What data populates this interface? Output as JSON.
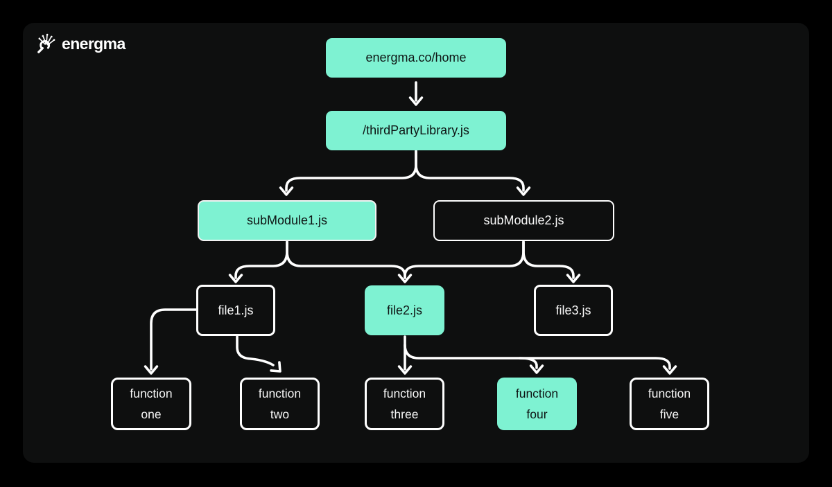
{
  "brand": {
    "name": "energma",
    "icon": "spark-hand-icon"
  },
  "colors": {
    "background": "#000000",
    "panel": "#0e0f0f",
    "accent": "#7ef2d2",
    "connector": "#ffffff",
    "text_on_accent": "#0e1514",
    "text_light": "#f7f7f7"
  },
  "diagram": {
    "nodes": [
      {
        "id": "home",
        "label": "energma.co/home",
        "variant": "accent"
      },
      {
        "id": "library",
        "label": "/thirdPartyLibrary.js",
        "variant": "accent"
      },
      {
        "id": "sub1",
        "label": "subModule1.js",
        "variant": "accent-outlined"
      },
      {
        "id": "sub2",
        "label": "subModule2.js",
        "variant": "outlined"
      },
      {
        "id": "file1",
        "label": "file1.js",
        "variant": "outlined"
      },
      {
        "id": "file2",
        "label": "file2.js",
        "variant": "accent"
      },
      {
        "id": "file3",
        "label": "file3.js",
        "variant": "outlined"
      },
      {
        "id": "fn1",
        "label": "function one",
        "lines": [
          "function",
          "one"
        ],
        "variant": "outlined"
      },
      {
        "id": "fn2",
        "label": "function two",
        "lines": [
          "function",
          "two"
        ],
        "variant": "outlined"
      },
      {
        "id": "fn3",
        "label": "function three",
        "lines": [
          "function",
          "three"
        ],
        "variant": "outlined"
      },
      {
        "id": "fn4",
        "label": "function four",
        "lines": [
          "function",
          "four"
        ],
        "variant": "accent"
      },
      {
        "id": "fn5",
        "label": "function five",
        "lines": [
          "function",
          "five"
        ],
        "variant": "outlined"
      }
    ],
    "edges": [
      {
        "from": "home",
        "to": "library"
      },
      {
        "from": "library",
        "to": "sub1"
      },
      {
        "from": "library",
        "to": "sub2"
      },
      {
        "from": "sub1",
        "to": "file1"
      },
      {
        "from": "sub1",
        "to": "file2"
      },
      {
        "from": "sub2",
        "to": "file2"
      },
      {
        "from": "sub2",
        "to": "file3"
      },
      {
        "from": "file1",
        "to": "fn1"
      },
      {
        "from": "file1",
        "to": "fn2"
      },
      {
        "from": "file2",
        "to": "fn3"
      },
      {
        "from": "file2",
        "to": "fn4"
      },
      {
        "from": "file2",
        "to": "fn5"
      }
    ]
  }
}
